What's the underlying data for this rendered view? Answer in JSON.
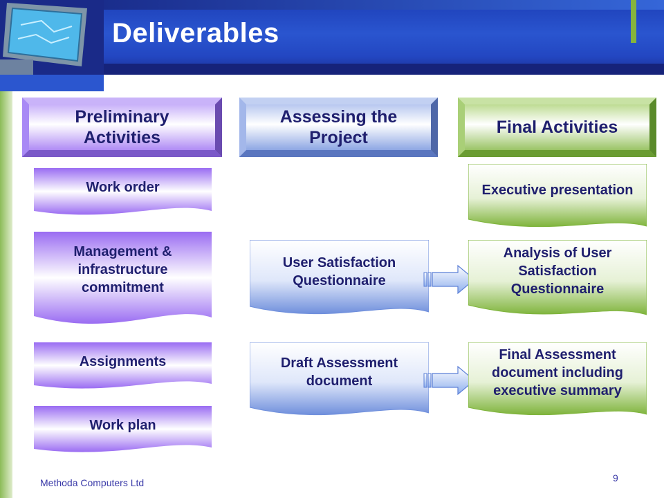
{
  "slide": {
    "title": "Deliverables",
    "footer_company": "Methoda Computers Ltd",
    "page_number": "9"
  },
  "columns": {
    "preliminary": {
      "heading": "Preliminary Activities"
    },
    "assessing": {
      "heading": "Assessing the Project"
    },
    "final": {
      "heading": "Final Activities"
    }
  },
  "deliverables": {
    "work_order": "Work  order",
    "management_commitment": "Management & infrastructure commitment",
    "assignments": "Assignments",
    "work_plan": "Work plan",
    "user_satisfaction_questionnaire": "User Satisfaction Questionnaire",
    "draft_assessment_document": "Draft Assessment document",
    "executive_presentation": "Executive presentation",
    "analysis_user_satisfaction": "Analysis of User Satisfaction Questionnaire",
    "final_assessment_document": "Final Assessment document including executive summary"
  },
  "colors": {
    "purple": "#9a6cf2",
    "blue": "#6f8fdc",
    "green": "#7fb43c",
    "text": "#1f1f6e"
  }
}
